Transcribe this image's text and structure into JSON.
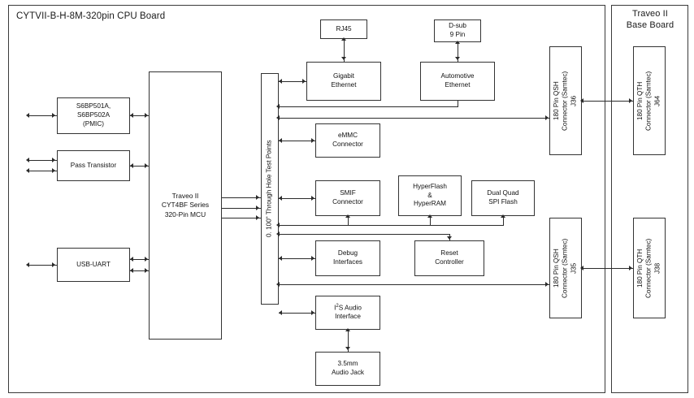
{
  "diagram": {
    "type": "block-diagram",
    "title_cpu_board": "CYTVII-B-H-8M-320pin CPU Board",
    "title_base_board": "Traveo II\nBase Board"
  },
  "blocks": {
    "pmic": "S6BP501A,\nS6BP502A\n(PMIC)",
    "pass_transistor": "Pass Transistor",
    "usb_uart": "USB-UART",
    "mcu": "Traveo II\nCYT4BF Series\n320-Pin MCU",
    "test_points": "0. 100\" Through Hole Test Points",
    "rj45": "RJ45",
    "dsub": "D-sub\n9 Pin",
    "gigabit_ethernet": "Gigabit\nEthernet",
    "automotive_ethernet": "Automotive\nEthernet",
    "emmc": "eMMC\nConnector",
    "smif": "SMIF\nConnector",
    "hyperflash": "HyperFlash\n&\nHyperRAM",
    "spi_flash": "Dual Quad\nSPI Flash",
    "debug": "Debug\nInterfaces",
    "reset": "Reset\nController",
    "i2s_audio_pre": "I",
    "i2s_audio_sup": "2",
    "i2s_audio_post": "S Audio\nInterface",
    "audio_jack": "3.5mm\nAudio Jack",
    "qsh_j36": "180 Pin QSH\nConnector (Samtec)\nJ36",
    "qsh_j35": "180 Pin QSH\nConnector (Samtec)\nJ35",
    "qth_j64": "180 Pin QTH\nConnector (Samtec)\nJ64",
    "qth_j38": "180 Pin QTH\nConnector (Samtec)\nJ38"
  },
  "colors": {
    "line": "#2b2b2b",
    "frame": "#3a3a3a",
    "background": "#ffffff",
    "text": "#1a1a1a"
  }
}
